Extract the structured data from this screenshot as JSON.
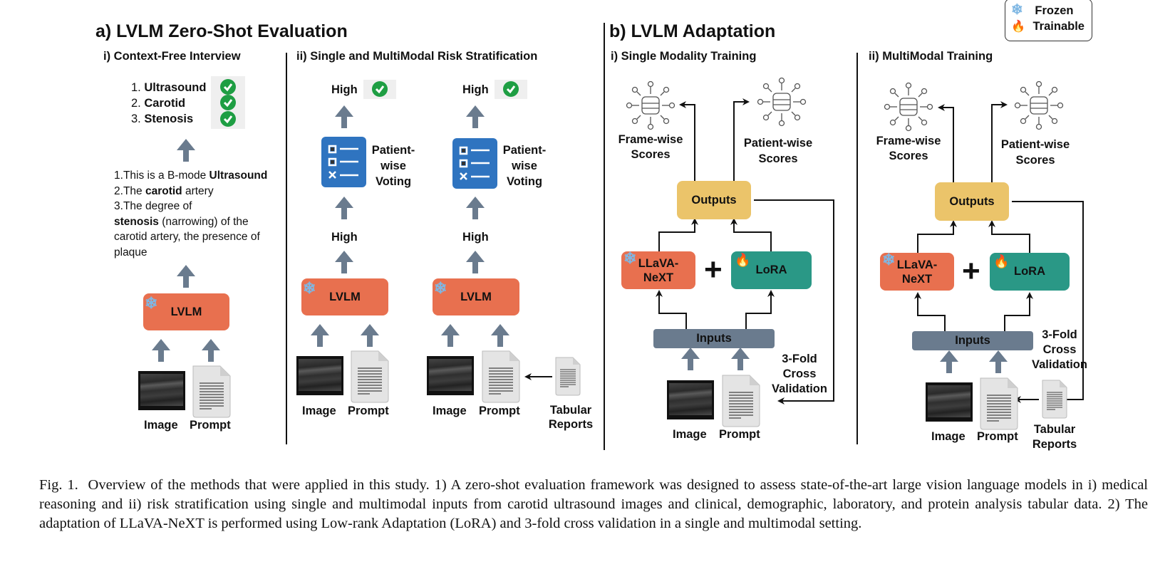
{
  "panel_a": {
    "title": "a) LVLM Zero-Shot Evaluation",
    "section_i": {
      "subtitle": "i) Context-Free Interview",
      "answers": [
        {
          "num": "1.",
          "label": "Ultrasound",
          "status": "correct"
        },
        {
          "num": "2.",
          "label": "Carotid",
          "status": "correct"
        },
        {
          "num": "3.",
          "label": "Stenosis",
          "status": "correct"
        }
      ],
      "reference": [
        {
          "num": "1.",
          "pre": "This is a B-mode ",
          "bold": "Ultrasound",
          "post": ""
        },
        {
          "num": "2.",
          "pre": "The ",
          "bold": "carotid",
          "post": " artery"
        },
        {
          "num": "3.",
          "pre": "The degree of",
          "bold": "",
          "post": ""
        }
      ],
      "reference_cont_bold": "stenosis",
      "reference_cont_1": " (narrowing) of the",
      "reference_cont_2": "carotid artery, the presence of",
      "reference_cont_3": "plaque",
      "model_label": "LVLM",
      "image_label": "Image",
      "prompt_label": "Prompt"
    },
    "section_ii": {
      "subtitle": "ii) Single and MultiModal Risk Stratification",
      "columns": [
        {
          "result": "High",
          "status": "correct",
          "voting_label_1": "Patient-",
          "voting_label_2": "wise",
          "voting_label_3": "Voting",
          "prediction": "High",
          "model_label": "LVLM",
          "image_label": "Image",
          "prompt_label": "Prompt"
        },
        {
          "result": "High",
          "status": "correct",
          "voting_label_1": "Patient-",
          "voting_label_2": "wise",
          "voting_label_3": "Voting",
          "prediction": "High",
          "model_label": "LVLM",
          "image_label": "Image",
          "prompt_label": "Prompt",
          "extra_label_1": "Tabular",
          "extra_label_2": "Reports"
        }
      ]
    }
  },
  "panel_b": {
    "title": "b) LVLM Adaptation",
    "sections": [
      {
        "subtitle": "i) Single Modality Training",
        "frame_scores_1": "Frame-wise",
        "frame_scores_2": "Scores",
        "patient_scores_1": "Patient-wise",
        "patient_scores_2": "Scores",
        "outputs_label": "Outputs",
        "base_model_1": "LLaVA-",
        "base_model_2": "NeXT",
        "plus": "+",
        "adapter_label": "LoRA",
        "inputs_label": "Inputs",
        "cv_1": "3-Fold",
        "cv_2": "Cross",
        "cv_3": "Validation",
        "image_label": "Image",
        "prompt_label": "Prompt"
      },
      {
        "subtitle": "ii) MultiModal Training",
        "frame_scores_1": "Frame-wise",
        "frame_scores_2": "Scores",
        "patient_scores_1": "Patient-wise",
        "patient_scores_2": "Scores",
        "outputs_label": "Outputs",
        "base_model_1": "LLaVA-",
        "base_model_2": "NeXT",
        "plus": "+",
        "adapter_label": "LoRA",
        "inputs_label": "Inputs",
        "cv_1": "3-Fold",
        "cv_2": "Cross",
        "cv_3": "Validation",
        "image_label": "Image",
        "prompt_label": "Prompt",
        "extra_label_1": "Tabular",
        "extra_label_2": "Reports"
      }
    ]
  },
  "legend": {
    "items": [
      {
        "icon": "snowflake-icon",
        "glyph": "❄",
        "label": "Frozen"
      },
      {
        "icon": "fire-icon",
        "glyph": "🔥",
        "label": "Trainable"
      }
    ]
  },
  "colors": {
    "lvlm_orange": "#e8704f",
    "lora_teal": "#2a9886",
    "outputs_yellow": "#ebc46a",
    "inputs_slate": "#6a7b8e",
    "voting_blue": "#2f74c0",
    "check_green": "#1e9e43",
    "arrow_gray": "#6a7b8e"
  },
  "caption": {
    "label": "Fig. 1.",
    "text": "Overview of the methods that were applied in this study. 1) A zero-shot evaluation framework was designed to assess state-of-the-art large vision language models in i) medical reasoning and ii) risk stratification using single and multimodal inputs from carotid ultrasound images and clinical, demographic, laboratory, and protein analysis tabular data. 2) The adaptation of LLaVA-NeXT is performed using Low-rank Adaptation (LoRA) and 3-fold cross validation in a single and multimodal setting."
  }
}
